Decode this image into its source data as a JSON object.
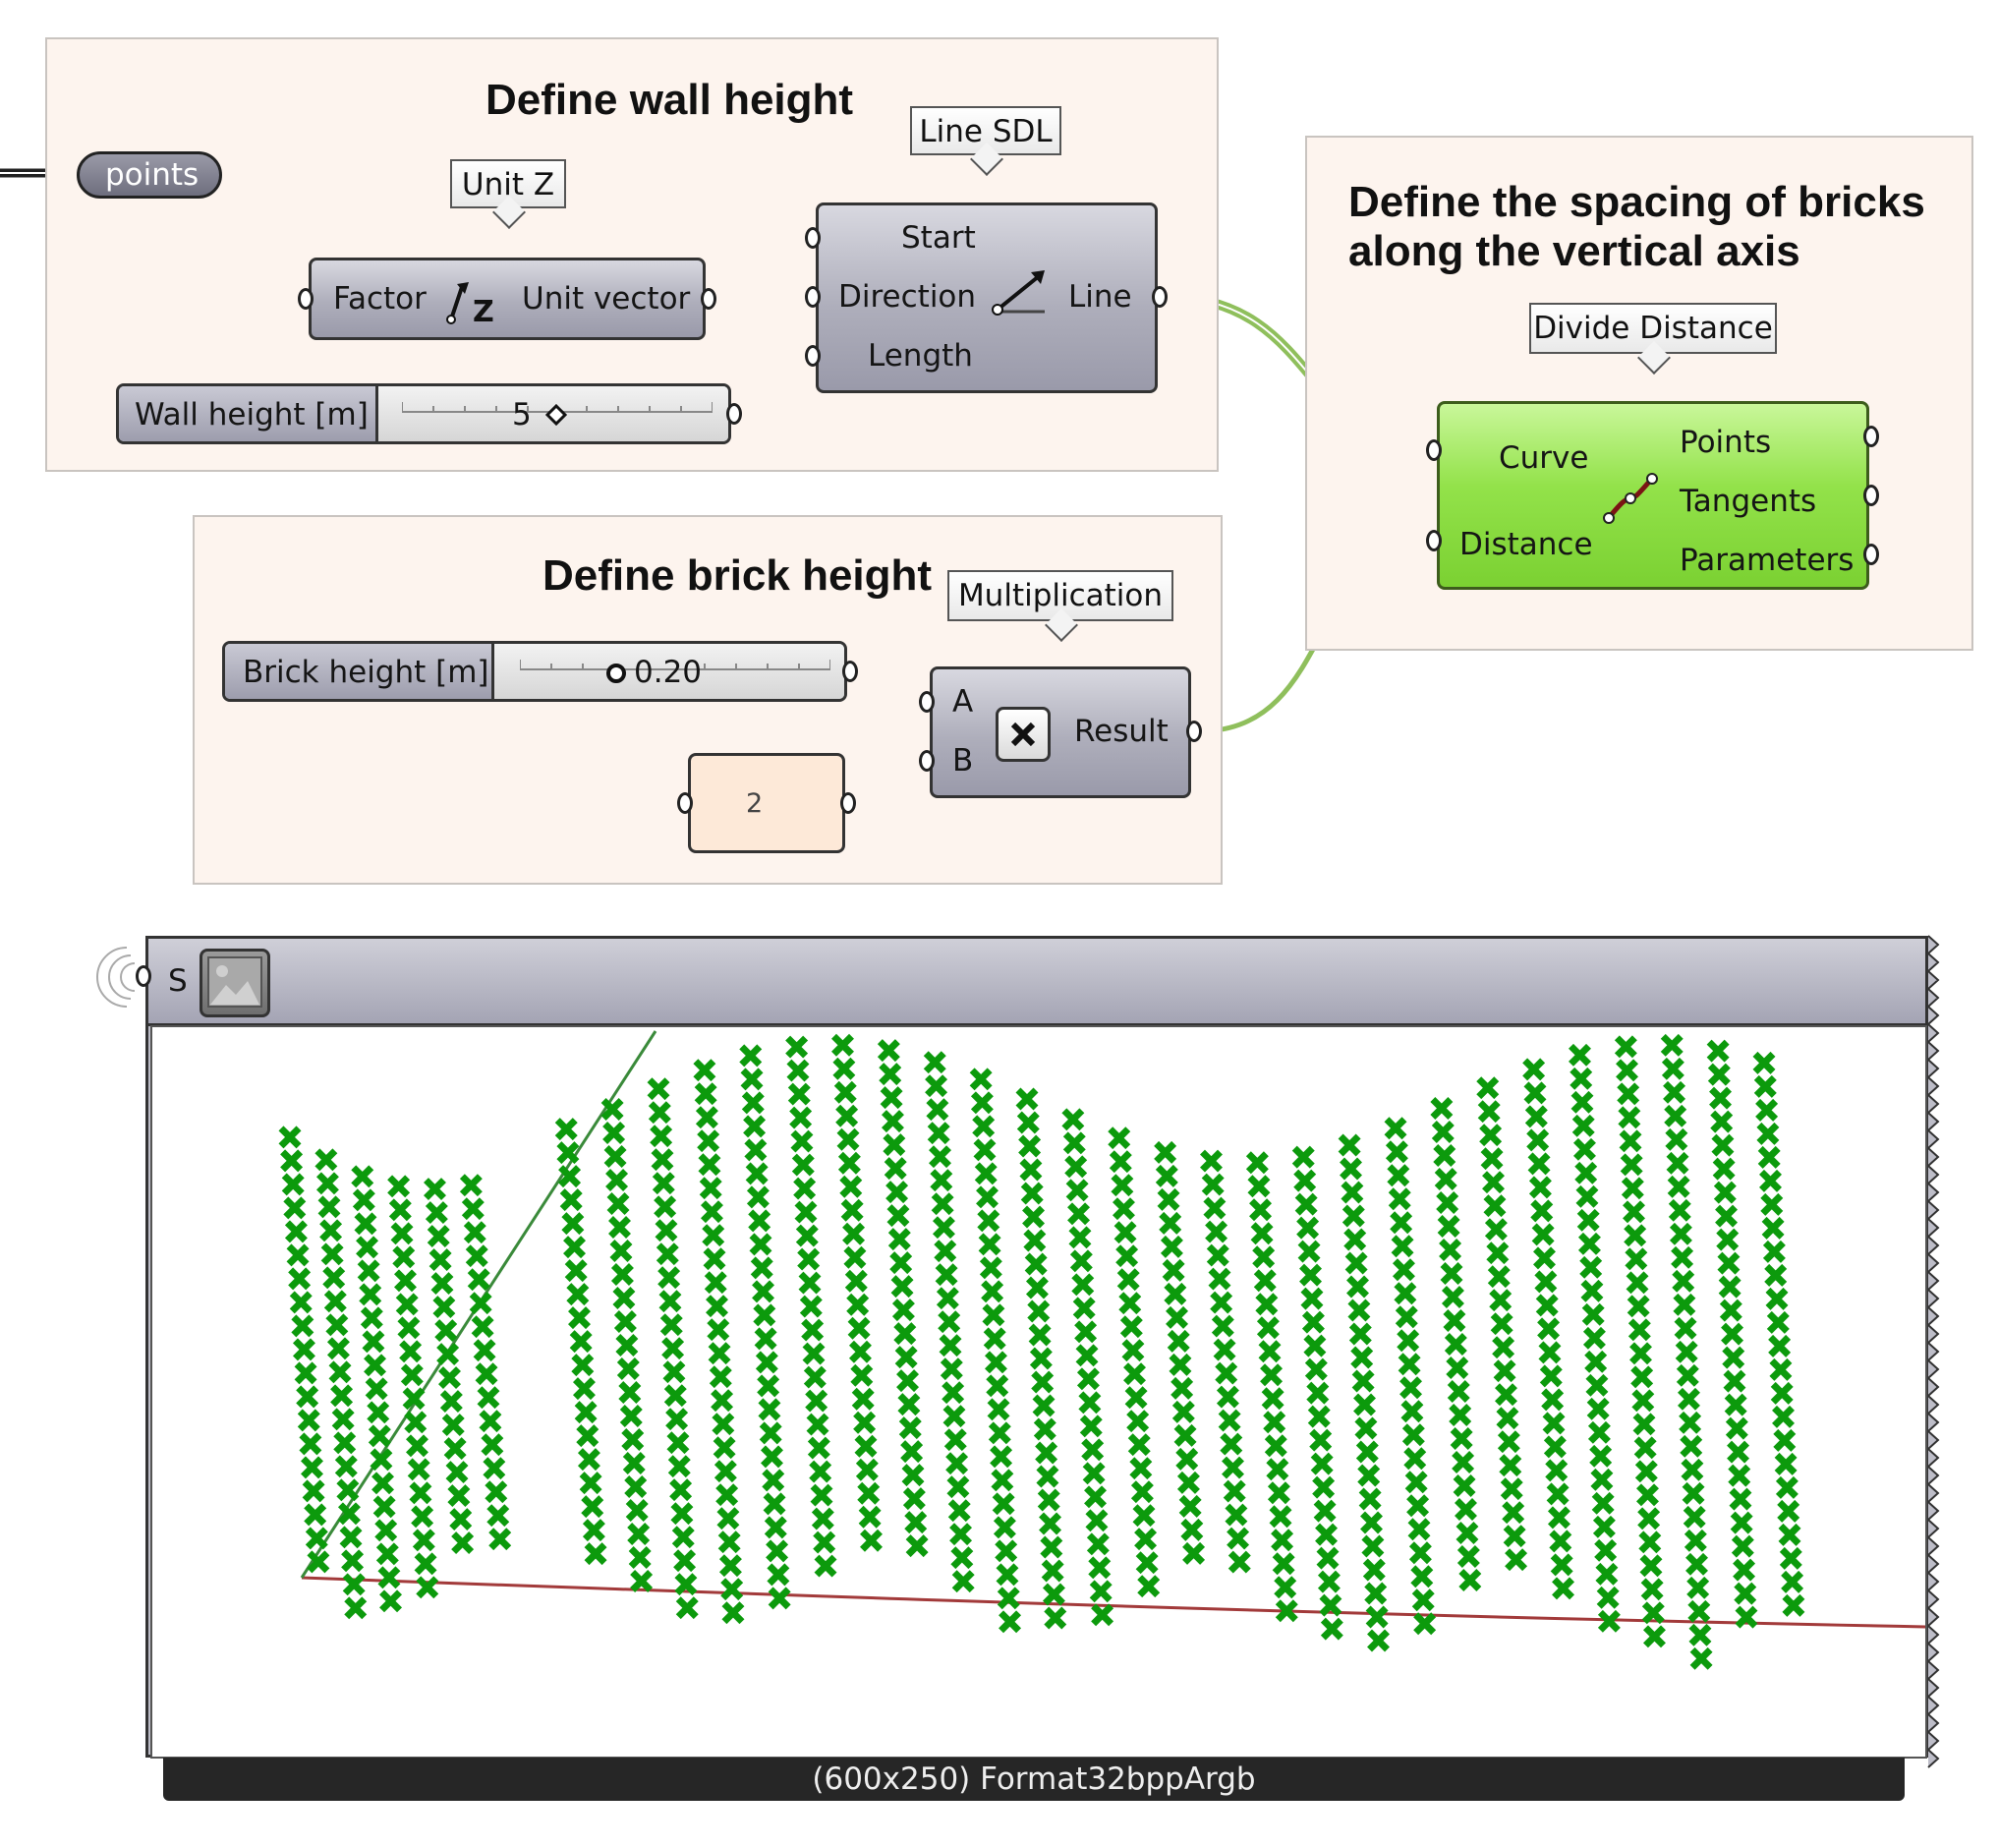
{
  "groups": {
    "wall": {
      "title": "Define wall height"
    },
    "spacing": {
      "title_line1": "Define the spacing of bricks",
      "title_line2": "along the vertical axis"
    },
    "brick": {
      "title": "Define brick height"
    }
  },
  "tooltips": {
    "line_sdl": "Line SDL",
    "unit_z": "Unit Z",
    "divide_distance": "Divide Distance",
    "multiplication": "Multiplication"
  },
  "points_param": {
    "label": "points"
  },
  "line_sdl": {
    "inputs": [
      "Start",
      "Direction",
      "Length"
    ],
    "output": "Line"
  },
  "unit_z": {
    "input": "Factor",
    "output": "Unit vector"
  },
  "wall_slider": {
    "name": "Wall height [m]",
    "value": "5"
  },
  "divide_distance": {
    "inputs": [
      "Curve",
      "Distance"
    ],
    "outputs": [
      "Points",
      "Tangents",
      "Parameters"
    ]
  },
  "brick_slider": {
    "name": "Brick height [m]",
    "value": "0.20"
  },
  "number_panel": {
    "value": "2"
  },
  "multiplication": {
    "inputs": [
      "A",
      "B"
    ],
    "output": "Result"
  },
  "viewer": {
    "input": "S",
    "footer": "(600x250) Format32bppArgb"
  },
  "colors": {
    "wire_dark": "#222222",
    "wire_green": "#8fbf5c",
    "group_bg": "#fdf4ee",
    "component_green": "#8fdc45",
    "point_mark": "#0c9a0c",
    "baseline": "#a23a3a"
  }
}
